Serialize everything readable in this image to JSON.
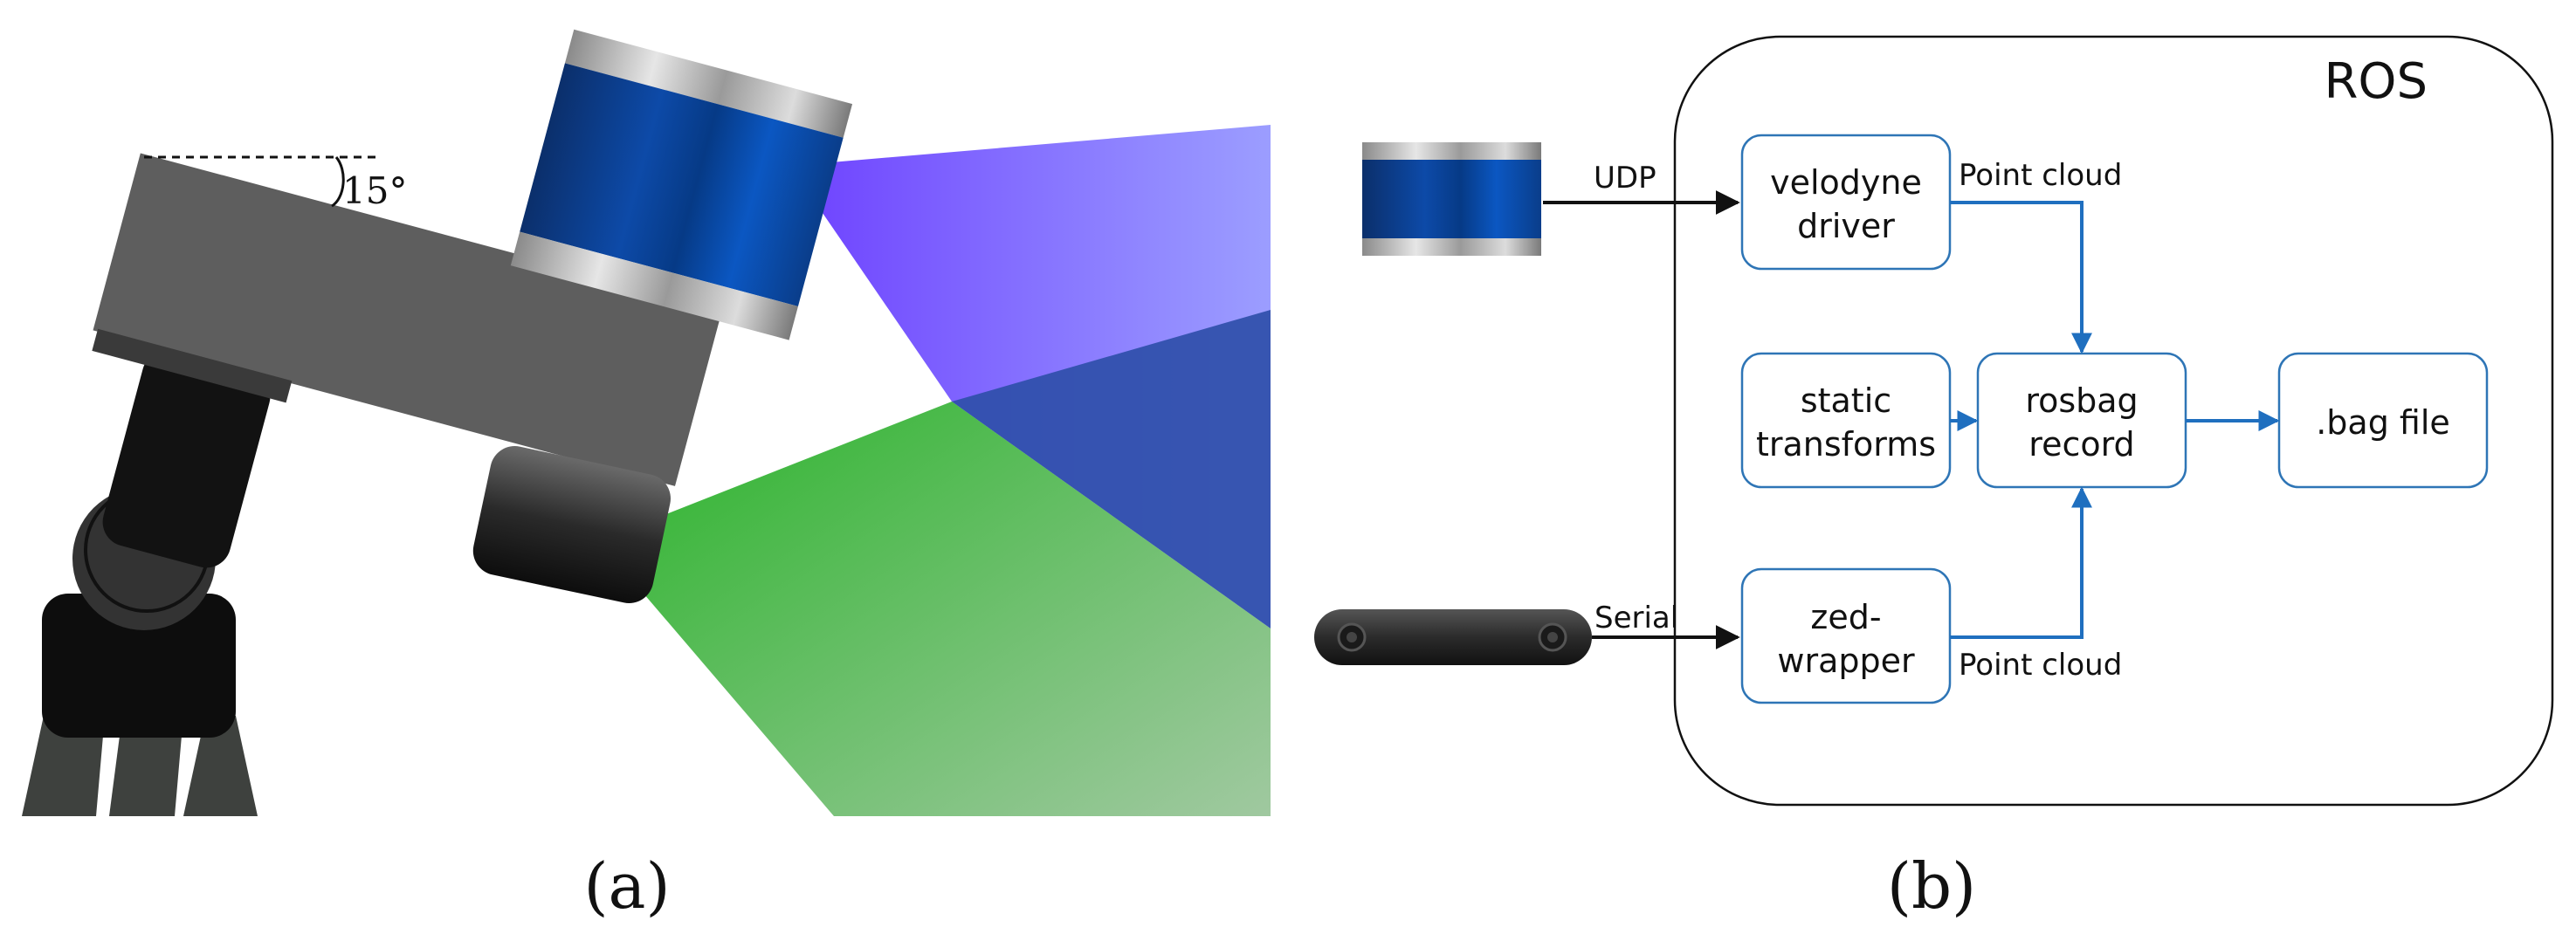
{
  "panel_a": {
    "label": "(a)",
    "tilt_angle": "15°"
  },
  "panel_b": {
    "label": "(b)",
    "container": "ROS",
    "nodes": {
      "velodyne_driver": [
        "velodyne",
        "driver"
      ],
      "static_transforms": [
        "static",
        "transforms"
      ],
      "rosbag_record": [
        "rosbag",
        "record"
      ],
      "zed_wrapper": [
        "zed-",
        "wrapper"
      ],
      "bag_file": [
        ".bag file"
      ]
    },
    "edges": {
      "udp": "UDP",
      "serial": "Serial",
      "point_cloud_top": "Point cloud",
      "point_cloud_bottom": "Point cloud"
    }
  },
  "colors": {
    "arrow_blue": "#1F6FBF",
    "node_border": "#2E75B6",
    "lidar_blue": "#0A4AA8",
    "lidar_beam": "#6E4BFF",
    "camera_beam": "#2BA82B",
    "mount_gray": "#5C5C5C",
    "arm_black": "#111111"
  },
  "icons": [
    "velodyne-lidar-icon",
    "zed-stereo-camera-icon"
  ]
}
